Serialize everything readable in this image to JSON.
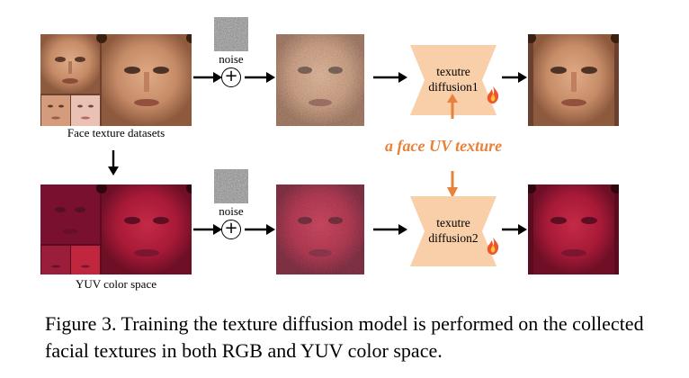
{
  "row_rgb": {
    "dataset_label": "Face texture datasets",
    "noise_label": "noise",
    "plus_symbol": "+",
    "model_label": "texutre\ndiffusion1"
  },
  "row_yuv": {
    "dataset_label": "YUV color space",
    "noise_label": "noise",
    "plus_symbol": "+",
    "model_label": "texutre\ndiffusion2"
  },
  "center_label": "a face UV texture",
  "caption": "Figure 3. Training the texture diffusion model is performed on the collected facial textures in both RGB and YUV color space.",
  "colors": {
    "unet_fill": "#f9cfa9",
    "accent_orange": "#e8813a",
    "skin_rgb": "#c98f6a",
    "skin_yuv": "#b01b3a"
  },
  "icons": [
    "fire-icon",
    "arrow-right",
    "arrow-down",
    "plus-circle"
  ]
}
